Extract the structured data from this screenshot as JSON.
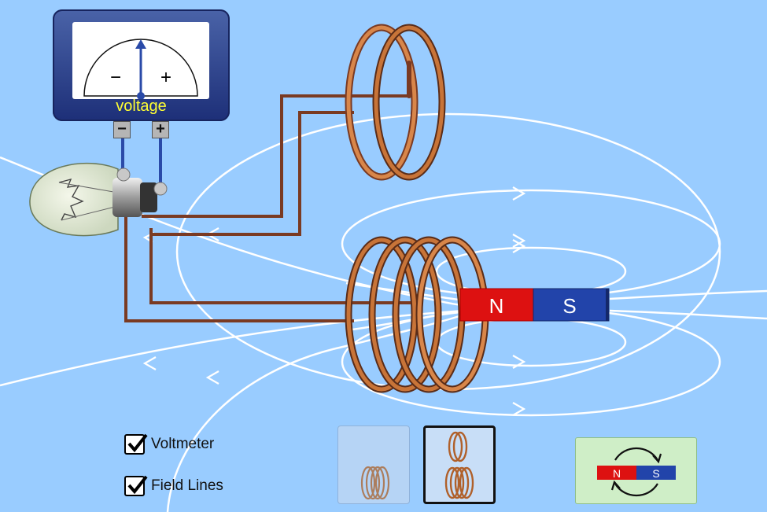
{
  "voltmeter": {
    "label": "voltage",
    "minus_sign": "−",
    "plus_sign": "+",
    "terminal_minus": "−",
    "terminal_plus": "+"
  },
  "magnet": {
    "north_label": "N",
    "south_label": "S",
    "north_color": "#dd1111",
    "south_color": "#2244aa"
  },
  "controls": {
    "voltmeter_checkbox": {
      "label": "Voltmeter",
      "checked": true
    },
    "field_lines_checkbox": {
      "label": "Field Lines",
      "checked": true
    }
  },
  "coil_selector": {
    "one_coil_icon": "single-coil-icon",
    "two_coil_icon": "two-coils-icon",
    "selected": "two"
  },
  "flip_magnet_button": {
    "north_label": "N",
    "south_label": "S"
  },
  "colors": {
    "background": "#99ccff",
    "wire": "#7a3a22",
    "coil": "#c87438",
    "field_line": "#ffffff",
    "meter_body": "#2a3f8c",
    "meter_label": "#ffff33"
  }
}
